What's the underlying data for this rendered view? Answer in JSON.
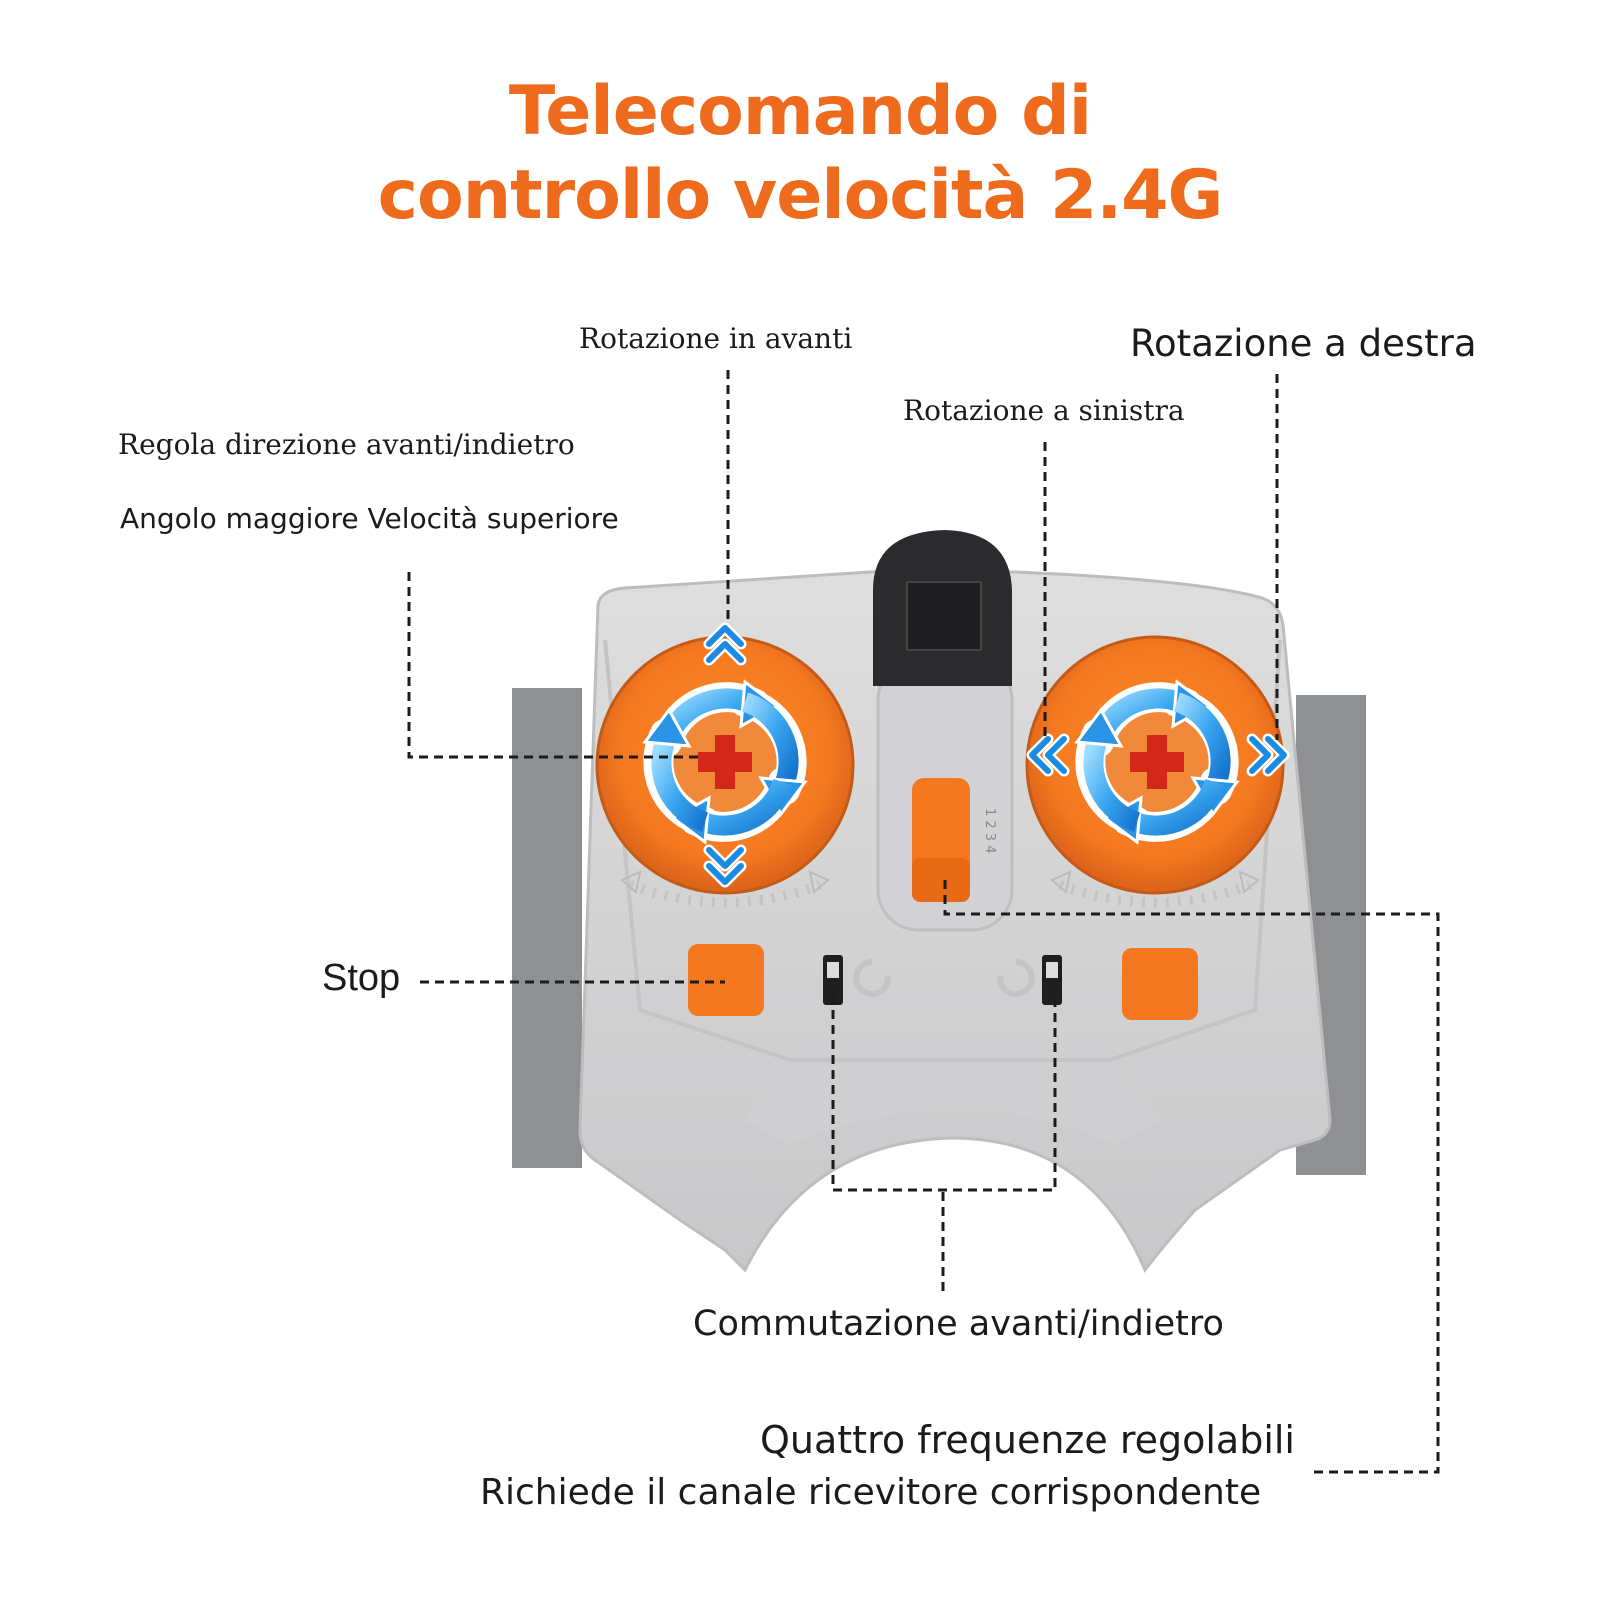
{
  "title": {
    "line1": "Telecomando di",
    "line2": "controllo velocità 2.4G"
  },
  "labels": {
    "rotazione_avanti": "Rotazione in avanti",
    "rotazione_destra": "Rotazione a destra",
    "rotazione_sinistra": "Rotazione a sinistra",
    "regola_direzione": "Regola direzione avanti/indietro",
    "angolo_velocita": "Angolo maggiore Velocità superiore",
    "stop": "Stop",
    "commutazione": "Commutazione avanti/indietro",
    "frequenze": "Quattro frequenze regolabili",
    "canale": "Richiede il canale ricevitore corrispondente"
  },
  "colors": {
    "accent": "#ee6a1c",
    "body_gray": "#d9d9db",
    "side_gray": "#8c8d8f",
    "arrow_blue": "#1a8be0",
    "text": "#1b1b1b"
  },
  "icons": {
    "left_dial": "rotate-arrows-icon",
    "right_dial": "rotate-arrows-icon",
    "up": "chevron-up-icon",
    "down": "chevron-down-icon",
    "left": "chevron-left-icon",
    "right": "chevron-right-icon"
  }
}
